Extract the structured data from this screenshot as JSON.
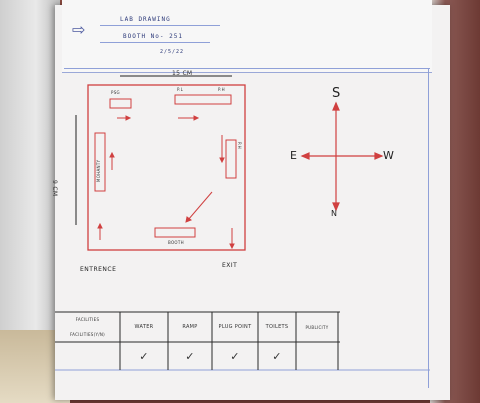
{
  "header": {
    "title": "LAB DRAWING",
    "booth_no": "BOOTH No- 251",
    "date": "2/5/22"
  },
  "plan": {
    "top_dimension": "15 CM",
    "side_dimension": "9 CM",
    "entrance_label": "ENTRENCE",
    "exit_label": "EXIT",
    "stall_labels": {
      "top_left": "PSG",
      "top_mid": "P.L",
      "top_right": "P.H",
      "left": "MOHANTY",
      "right": "P.H",
      "booth": "BOOTH"
    }
  },
  "compass": {
    "top": "S",
    "left": "E",
    "right": "W",
    "bottom": "N"
  },
  "facilities_table": {
    "row_header_top": "FACILITIES",
    "row_header_bottom": "FACILITIES(Y/N)",
    "columns": [
      "WATER",
      "RAMP",
      "PLUG POINT",
      "TOILETS",
      "PUBLICITY"
    ],
    "checks": [
      "✓",
      "✓",
      "✓",
      "✓",
      ""
    ]
  }
}
